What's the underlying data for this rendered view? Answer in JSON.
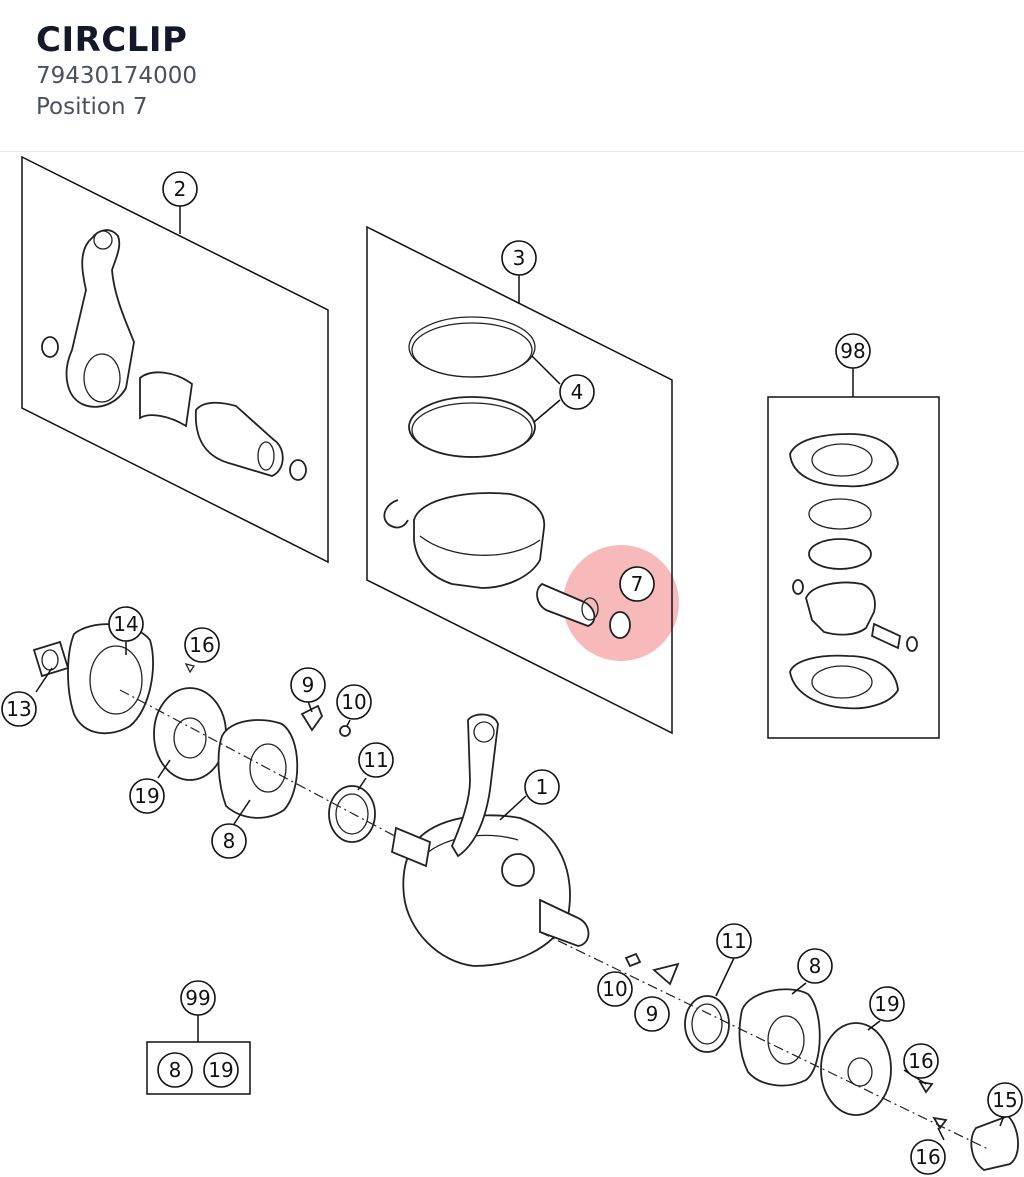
{
  "header": {
    "title": "CIRCLIP",
    "part_number": "79430174000",
    "position": "Position 7"
  },
  "highlight": {
    "position": "7",
    "color": "#f28b8b"
  },
  "callouts": [
    "2",
    "3",
    "4",
    "98",
    "7",
    "14",
    "16",
    "13",
    "9",
    "10",
    "11",
    "1",
    "19",
    "8",
    "99",
    "8",
    "19",
    "10",
    "9",
    "11",
    "8",
    "19",
    "16",
    "15",
    "16"
  ]
}
